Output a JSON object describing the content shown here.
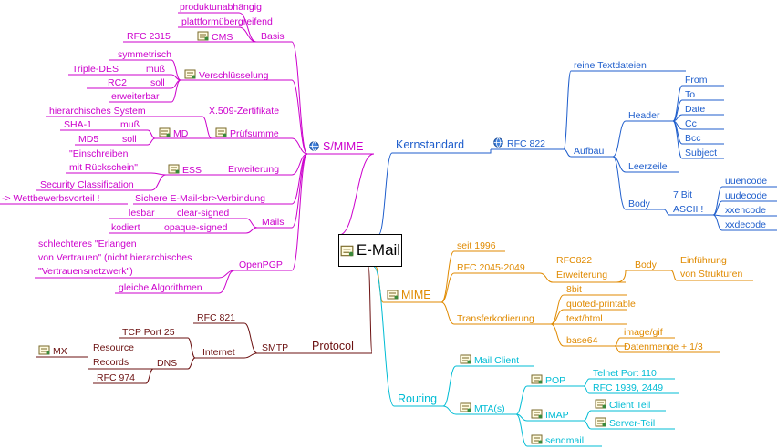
{
  "root": {
    "label": "E-Mail"
  },
  "colors": {
    "smime": "#cc00cc",
    "kernstandard": "#1f5ecc",
    "mime": "#e08a00",
    "routing": "#00bcd4",
    "protocol": "#6b1010",
    "text": "#000000"
  },
  "icons": {
    "note": "note-icon",
    "globe": "globe-icon"
  },
  "smime": {
    "label": "S/MIME",
    "basis": {
      "label": "Basis",
      "items": [
        "produktunabhängig",
        "plattformübergreifend"
      ],
      "cms": "CMS",
      "rfc": "RFC 2315"
    },
    "verschluesselung": {
      "label": "Verschlüsselung",
      "symmetrisch": "symmetrisch",
      "rows": [
        {
          "algo": "Triple-DES",
          "level": "muß"
        },
        {
          "algo": "RC2",
          "level": "soll"
        }
      ],
      "erweiterbar": "erweiterbar"
    },
    "pruefsumme": {
      "label": "Prüfsumme",
      "x509": "hierarchisches System",
      "x509b": "X.509-Zertifikate",
      "md": "MD",
      "rows": [
        {
          "algo": "SHA-1",
          "level": "muß"
        },
        {
          "algo": "MD5",
          "level": "soll"
        }
      ]
    },
    "erweiterung": {
      "label": "Erweiterung",
      "ess": "ESS",
      "items": [
        "\"Einschreiben",
        "mit Rückschein\"",
        "Security Classification"
      ]
    },
    "sicher": {
      "label": "Sichere E-Mail<br>Verbindung",
      "note": "-> Wettbewerbsvorteil !"
    },
    "mails": {
      "label": "Mails",
      "rows": [
        {
          "a": "lesbar",
          "b": "clear-signed"
        },
        {
          "a": "kodiert",
          "b": "opaque-signed"
        }
      ]
    },
    "openpgp": {
      "label": "OpenPGP",
      "items": [
        "schlechteres \"Erlangen",
        "von Vertrauen\" (nicht hierarchisches",
        "\"Vertrauensnetzwerk\")"
      ],
      "gleiche": "gleiche Algorithmen"
    }
  },
  "kernstandard": {
    "label": "Kernstandard",
    "rfc": "RFC 822",
    "reine": "reine Textdateien",
    "aufbau": "Aufbau",
    "header": {
      "label": "Header",
      "items": [
        "From",
        "To",
        "Date",
        "Cc",
        "Bcc",
        "Subject"
      ]
    },
    "leerzeile": "Leerzeile",
    "body": {
      "label": "Body",
      "bit": "7 Bit",
      "ascii": "ASCII !",
      "items": [
        "uuencode",
        "uudecode",
        "xxencode",
        "xxdecode"
      ]
    }
  },
  "mime": {
    "label": "MIME",
    "seit": "seit 1996",
    "rfc": "RFC 2045-2049",
    "rfc822": "RFC822",
    "erweiterung": "Erweiterung",
    "body": "Body",
    "einfuehrung": "Einführung",
    "strukturen": "von Strukturen",
    "transfer": {
      "label": "Transferkodierung",
      "items": [
        "8bit",
        "quoted-printable",
        "text/html",
        "base64"
      ],
      "image": "image/gif",
      "datenmenge": "Datenmenge + 1/3"
    }
  },
  "routing": {
    "label": "Routing",
    "client": "Mail Client",
    "mta": "MTA(s)",
    "pop": {
      "label": "POP",
      "items": [
        "Telnet Port 110",
        "RFC 1939, 2449"
      ]
    },
    "imap": {
      "label": "IMAP",
      "items": [
        "Client Teil",
        "Server-Teil"
      ]
    },
    "sendmail": "sendmail"
  },
  "protocol": {
    "label": "Protocol",
    "smtp": "SMTP",
    "rfc821": "RFC 821",
    "internet": "Internet",
    "tcp": "TCP Port 25",
    "dns": "DNS",
    "resource": "Resource",
    "records": "Records",
    "mx": "MX",
    "rfc974": "RFC 974"
  }
}
